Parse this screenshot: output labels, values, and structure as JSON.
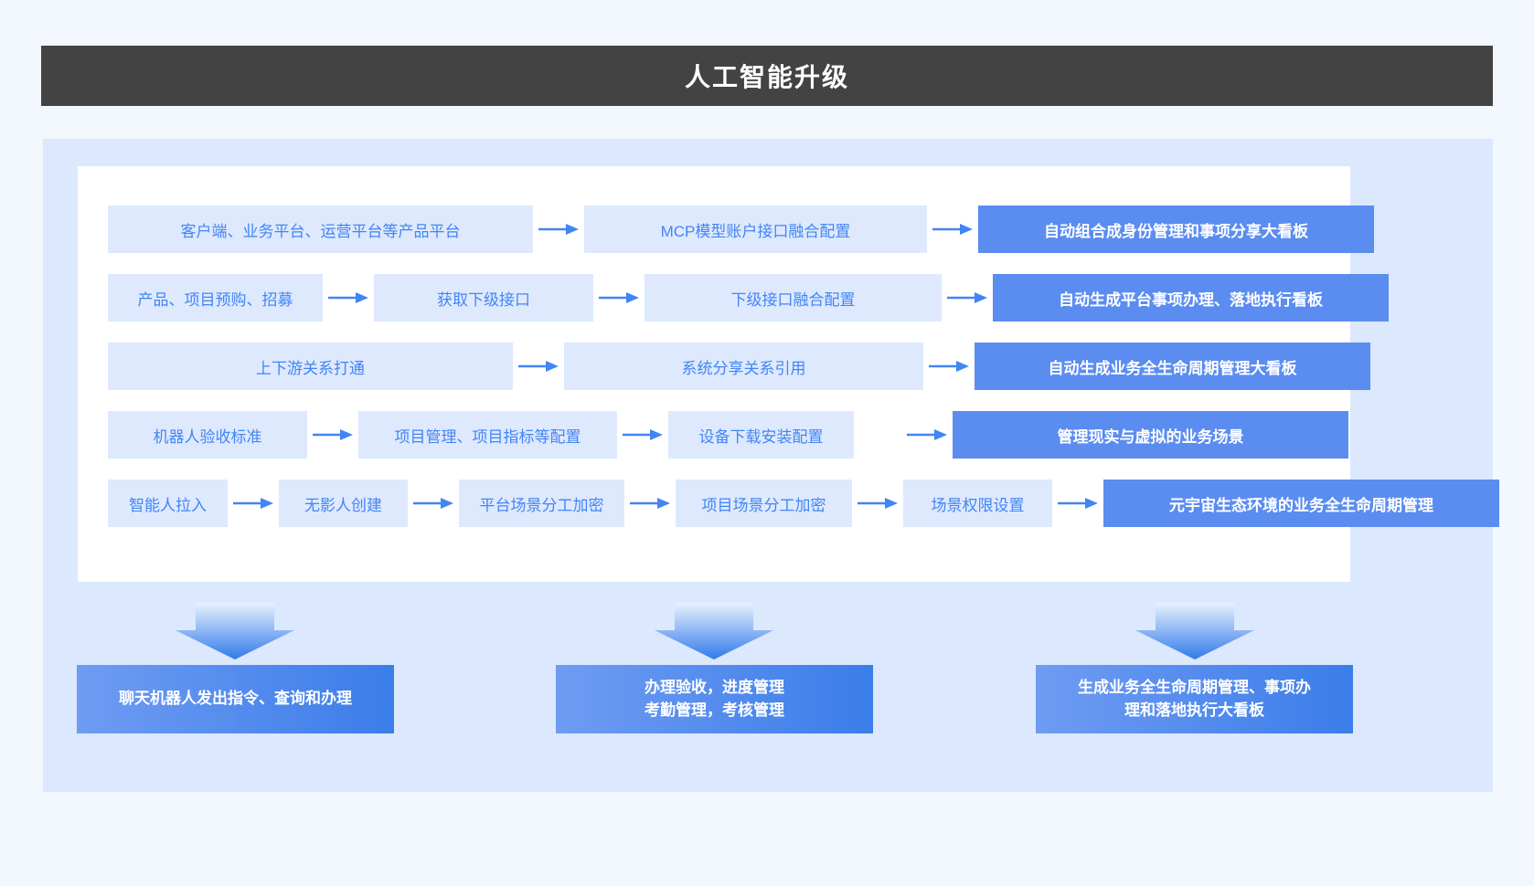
{
  "header": {
    "title": "人工智能升级"
  },
  "flow": {
    "rows": [
      {
        "id": "row-1",
        "steps": [
          "客户端、业务平台、运营平台等产品平台",
          "MCP模型账户接口融合配置"
        ],
        "result": "自动组合成身份管理和事项分享大看板"
      },
      {
        "id": "row-2",
        "steps": [
          "产品、项目预购、招募",
          "获取下级接口",
          "下级接口融合配置"
        ],
        "result": "自动生成平台事项办理、落地执行看板"
      },
      {
        "id": "row-3",
        "steps": [
          "上下游关系打通",
          "系统分享关系引用"
        ],
        "result": "自动生成业务全生命周期管理大看板"
      },
      {
        "id": "row-4",
        "steps": [
          "机器人验收标准",
          "项目管理、项目指标等配置",
          "设备下载安装配置"
        ],
        "result": "管理现实与虚拟的业务场景"
      },
      {
        "id": "row-5",
        "steps": [
          "智能人拉入",
          "无影人创建",
          "平台场景分工加密",
          "项目场景分工加密",
          "场景权限设置"
        ],
        "result": "元宇宙生态环境的业务全生命周期管理"
      }
    ]
  },
  "outcomes": [
    {
      "id": "outcome-1",
      "line1": "聊天机器人发出指令、查询和办理",
      "line2": ""
    },
    {
      "id": "outcome-2",
      "line1": "办理验收，进度管理",
      "line2": "考勤管理，考核管理"
    },
    {
      "id": "outcome-3",
      "line1": "生成业务全生命周期管理、事项办",
      "line2": "理和落地执行大看板"
    }
  ],
  "colors": {
    "page_background": "#f3f7fe",
    "header_background": "#434343",
    "panel_background": "#dbe8fd",
    "card_background": "#ffffff",
    "step_box": "#dee9fe",
    "step_text": "#4285f4",
    "result_box": "#5b8cf0",
    "result_text": "#ffffff",
    "arrow": "#4285f4"
  }
}
